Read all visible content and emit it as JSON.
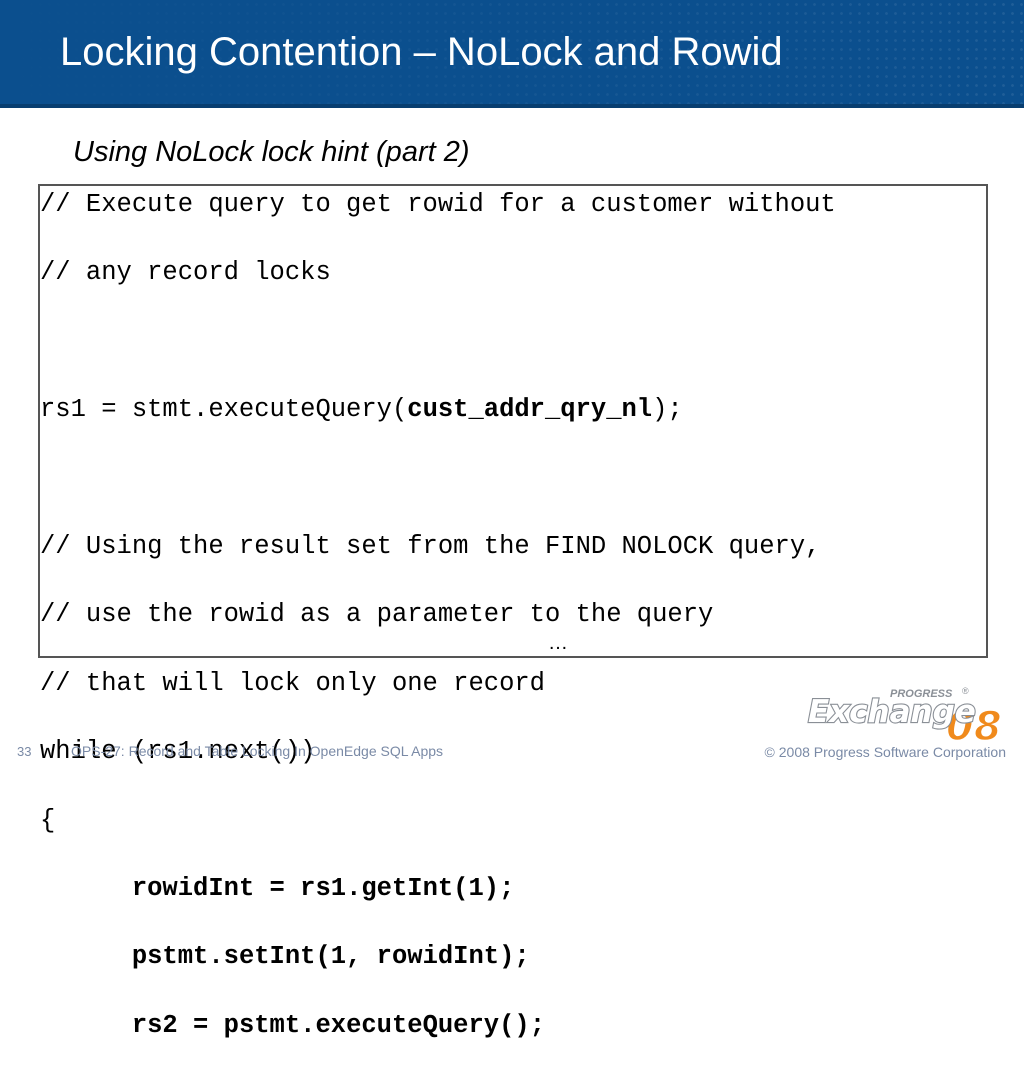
{
  "slide": {
    "title": "Locking Contention – NoLock and Rowid",
    "subtitle": "Using NoLock lock hint  (part 2)",
    "code": {
      "lines": [
        {
          "text": "// Execute query to get rowid for a customer without"
        },
        {
          "text": "// any record locks"
        },
        {
          "text": ""
        },
        {
          "pre": "rs1 = stmt.executeQuery(",
          "bold": "cust_addr_qry_nl",
          "post": ");"
        },
        {
          "text": ""
        },
        {
          "text": "// Using the result set from the FIND NOLOCK query,"
        },
        {
          "text": "// use the rowid as a parameter to the query"
        },
        {
          "text": "// that will lock only one record"
        },
        {
          "text": "while (rs1.next())"
        },
        {
          "text": "{"
        },
        {
          "indent": "      ",
          "bold": "rowidInt = rs1.getInt(1);"
        },
        {
          "indent": "      ",
          "bold": "pstmt.setInt(1, rowidInt);"
        },
        {
          "indent": "      ",
          "bold": "rs2 = pstmt.executeQuery();"
        }
      ],
      "ellipsis": "…"
    }
  },
  "footer": {
    "page_number": "33",
    "session": "OPS-27: Record and Table Locking In OpenEdge SQL Apps",
    "copyright": "© 2008 Progress Software Corporation"
  },
  "logo": {
    "brand": "PROGRESS",
    "registered": "®",
    "word": "Exchange",
    "year": "08",
    "colors": {
      "orange": "#f08a1c",
      "gray": "#8a8f96",
      "white": "#ffffff"
    }
  }
}
